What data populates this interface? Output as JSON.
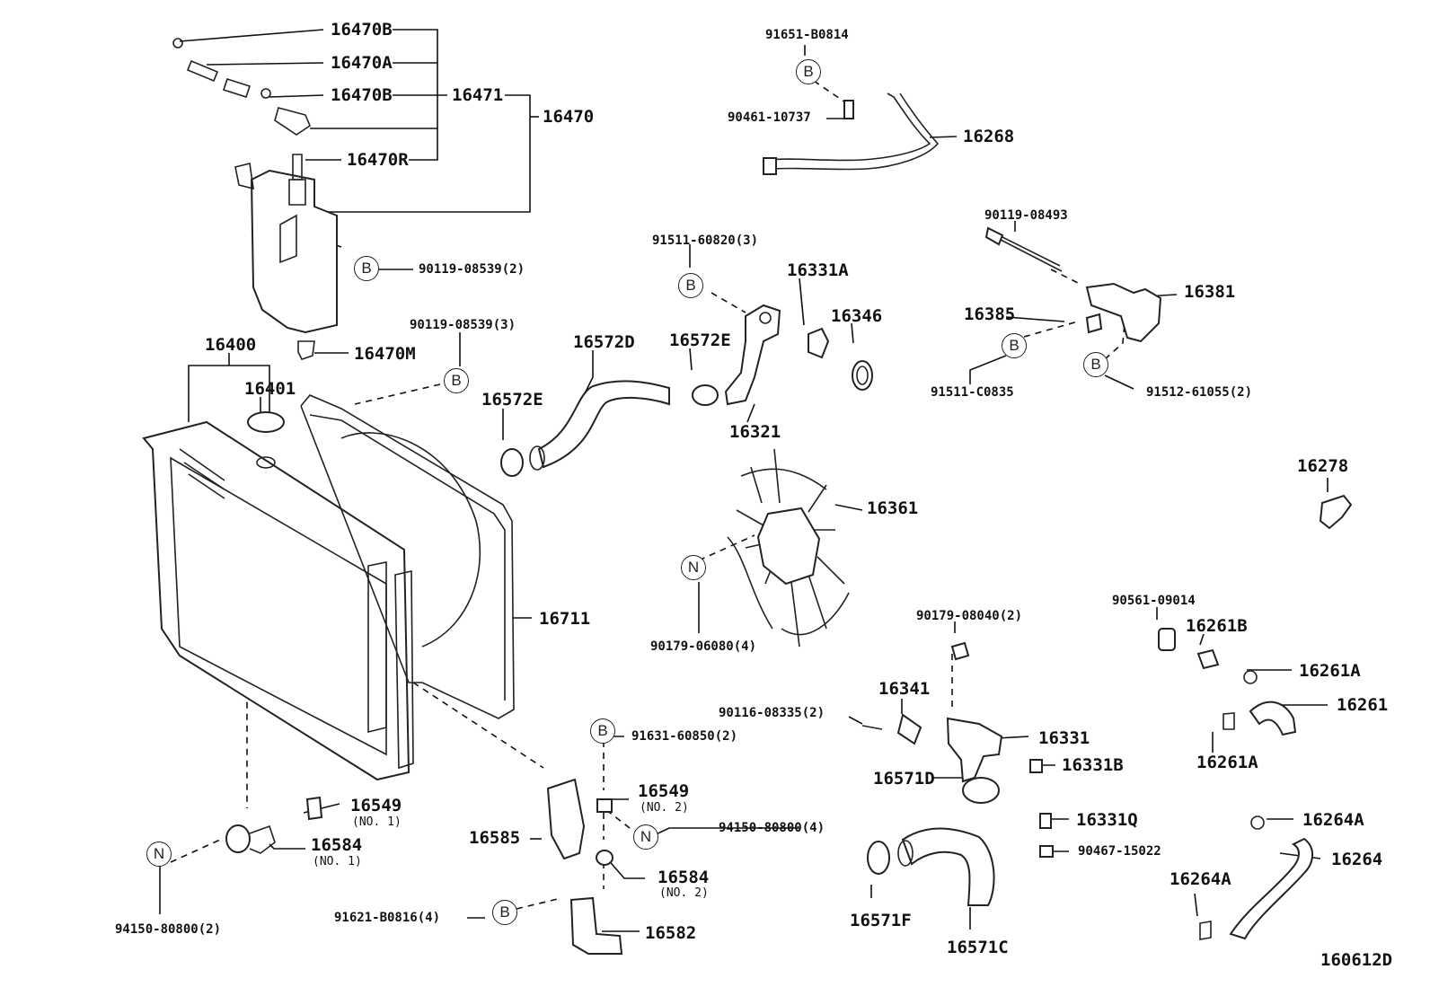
{
  "labels": {
    "p16470B_a": "16470B",
    "p16470A": "16470A",
    "p16470B_b": "16470B",
    "p16471": "16471",
    "p16470": "16470",
    "p16470R": "16470R",
    "p90119_08539_2": "90119-08539(2)",
    "p90119_08539_3": "90119-08539(3)",
    "p16470M": "16470M",
    "p16400": "16400",
    "p16401": "16401",
    "p16711": "16711",
    "p16572D": "16572D",
    "p16572E_a": "16572E",
    "p16572E_b": "16572E",
    "p91511_60820_3": "91511-60820(3)",
    "p16331A": "16331A",
    "p16346": "16346",
    "p16321": "16321",
    "p91651_B0814": "91651-B0814",
    "p90461_10737": "90461-10737",
    "p16268": "16268",
    "p90119_08493": "90119-08493",
    "p16381": "16381",
    "p16385": "16385",
    "p91511_C0835": "91511-C0835",
    "p91512_61055_2": "91512-61055(2)",
    "p16278": "16278",
    "p16361": "16361",
    "p90179_06080_4": "90179-06080(4)",
    "p90179_08040_2": "90179-08040(2)",
    "p90561_09014": "90561-09014",
    "p16261B": "16261B",
    "p16261A_a": "16261A",
    "p16261": "16261",
    "p16261A_b": "16261A",
    "p16341": "16341",
    "p90116_08335_2": "90116-08335(2)",
    "p16331": "16331",
    "p16331B": "16331B",
    "p16571D": "16571D",
    "p16331Q": "16331Q",
    "p90467_15022": "90467-15022",
    "p16264A_a": "16264A",
    "p16264": "16264",
    "p16264A_b": "16264A",
    "p16571F": "16571F",
    "p16571C": "16571C",
    "p91631_60850_2": "91631-60850(2)",
    "p16549_no2": "16549",
    "no2_a": "(NO. 2)",
    "p94150_80800_4": "94150-80800(4)",
    "p16585": "16585",
    "p16584_no2": "16584",
    "no2_b": "(NO. 2)",
    "p16549_no1": "16549",
    "no1_a": "(NO. 1)",
    "p16584_no1": "16584",
    "no1_b": "(NO. 1)",
    "p94150_80800_2": "94150-80800(2)",
    "p91621_B0816_4": "91621-B0816(4)",
    "p16582": "16582",
    "diagram_id": "160612D"
  },
  "markers": {
    "b1": "B",
    "b2": "B",
    "b3": "B",
    "b4": "B",
    "b5": "B",
    "b6": "B",
    "b7": "B",
    "b8": "B",
    "n1": "N",
    "n2": "N",
    "n3": "N"
  },
  "colors": {
    "ink": "#111111",
    "paper": "#ffffff"
  }
}
